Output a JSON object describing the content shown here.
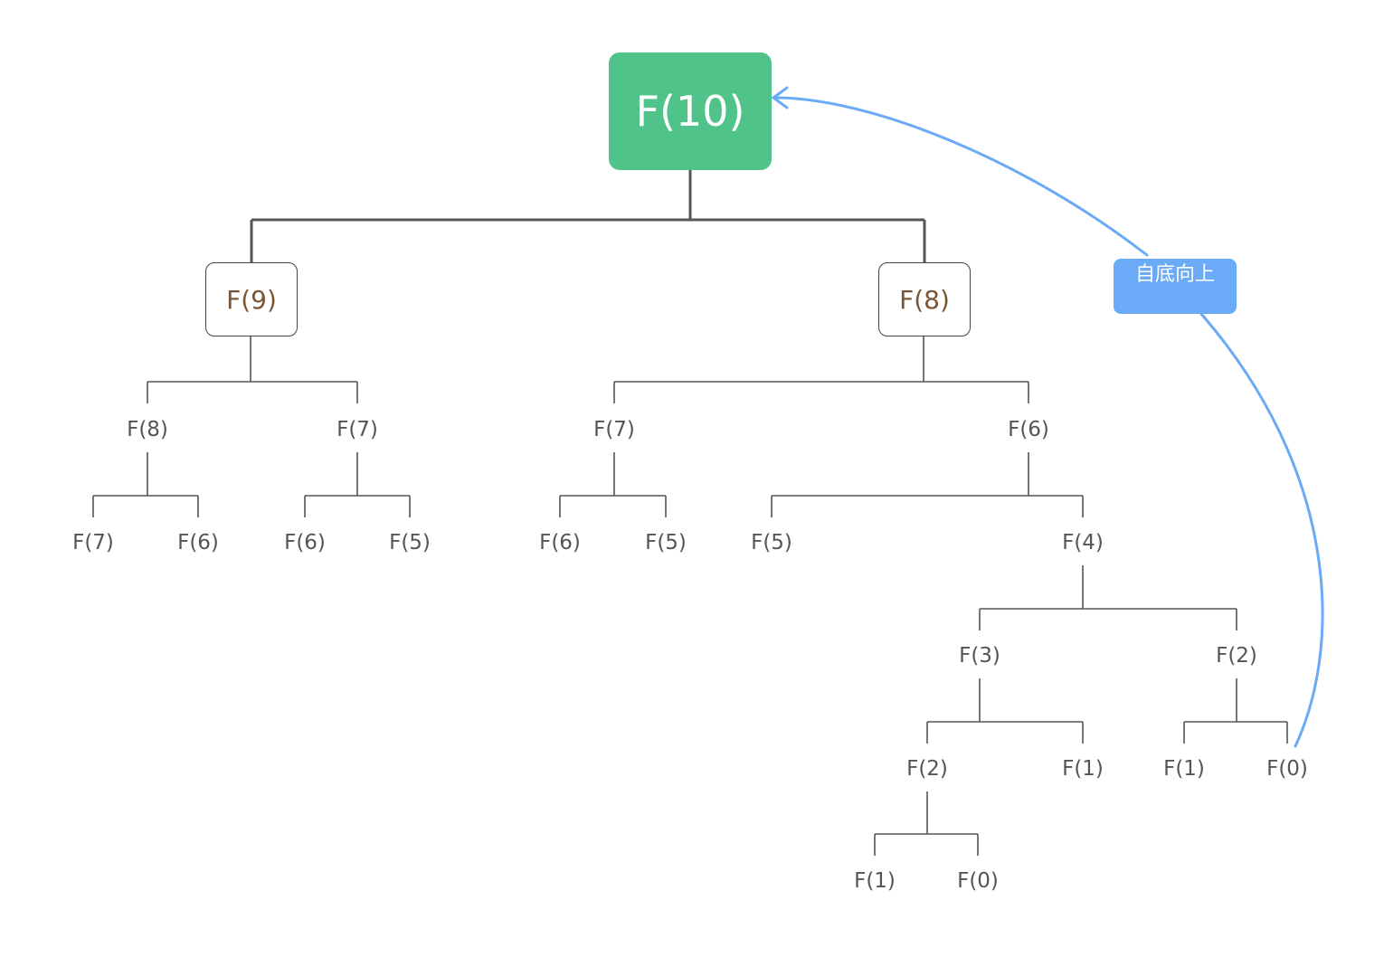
{
  "root": {
    "label": "F(10)"
  },
  "level1": {
    "left": "F(9)",
    "right": "F(8)"
  },
  "nodes": {
    "n2a": "F(8)",
    "n2b": "F(7)",
    "n2c": "F(7)",
    "n2d": "F(6)",
    "n3a": "F(7)",
    "n3b": "F(6)",
    "n3c": "F(6)",
    "n3d": "F(5)",
    "n3e": "F(6)",
    "n3f": "F(5)",
    "n3g": "F(5)",
    "n3h": "F(4)",
    "n4a": "F(3)",
    "n4b": "F(2)",
    "n5a": "F(2)",
    "n5b": "F(1)",
    "n5c": "F(1)",
    "n5d": "F(0)",
    "n6a": "F(1)",
    "n6b": "F(0)"
  },
  "annotation": {
    "label": "自底向上"
  },
  "colors": {
    "root": "#50c38a",
    "arrow": "#6aaaf6",
    "box_text": "#7a5534",
    "line": "#555555"
  }
}
